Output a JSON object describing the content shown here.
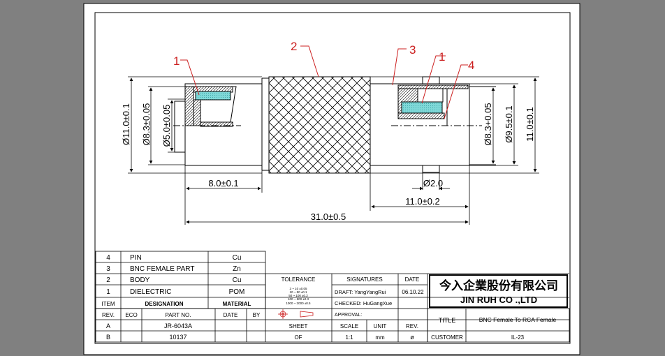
{
  "balloons": {
    "b1a": "1",
    "b2": "2",
    "b3": "3",
    "b1b": "1",
    "b4": "4"
  },
  "dimensions": {
    "d_outer_left": "Ø11.0±0.1",
    "d_83_left": "Ø8.3±0.05",
    "d_50_left": "Ø5.0±0.05",
    "len_8": "8.0±0.1",
    "len_31": "31.0±0.5",
    "len_11": "11.0±0.2",
    "d_20": "Ø2.0",
    "d_83_right": "Ø8.3+0.05",
    "d_95_right": "Ø9.5±0.1",
    "h_11_right": "11.0±0.1"
  },
  "bom": {
    "rows": [
      {
        "item": "4",
        "designation": "PIN",
        "material": "Cu"
      },
      {
        "item": "3",
        "designation": "BNC FEMALE PART",
        "material": "Zn"
      },
      {
        "item": "2",
        "designation": "BODY",
        "material": "Cu"
      },
      {
        "item": "1",
        "designation": "DIELECTRIC",
        "material": "POM"
      }
    ],
    "header": {
      "item": "ITEM",
      "designation": "DESIGNATION",
      "material": "MATERIAL"
    }
  },
  "revisions": {
    "header": {
      "rev": "REV.",
      "eco": "ECO",
      "part_no": "PART NO.",
      "date": "DATE",
      "by": "BY"
    },
    "rows": [
      {
        "rev": "A",
        "part_no": "JR-6043A"
      },
      {
        "rev": "B",
        "part_no": "10137"
      }
    ]
  },
  "tolerance": {
    "label": "TOLERANCE",
    "lines": [
      "3 ~ 10   ±0.05",
      "10 ~ 50   ±0.1",
      "50 ~ 100   ±0.2",
      "100 ~ 500   ±0.3",
      "1000 ~ 3000   ±0.5"
    ]
  },
  "signatures": {
    "label": "SIGNATURES",
    "draft": "DRAFT: YangYangRui",
    "checked": "CHECKED: HuGangXue",
    "approval": "APPROVAL:"
  },
  "date": {
    "label": "DATE",
    "value": "06.10.22"
  },
  "sheet": {
    "label": "SHEET",
    "value": "OF"
  },
  "scale": {
    "label": "SCALE",
    "value": "1:1"
  },
  "unit": {
    "label": "UNIT",
    "value": "mm"
  },
  "rev_cell": {
    "label": "REV.",
    "value": "ø"
  },
  "company": {
    "name_cn": "今入企業股份有限公司",
    "name_en": "JIN  RUH  CO .,LTD"
  },
  "title": {
    "label": "TITLE",
    "value": "BNC Female To RCA Female"
  },
  "customer": {
    "label": "CUSTOMER",
    "value": "IL-23"
  },
  "colors": {
    "background": "#808080",
    "paper": "#ffffff",
    "balloon": "#cc2020",
    "dielectric": "#7fd8d8"
  }
}
